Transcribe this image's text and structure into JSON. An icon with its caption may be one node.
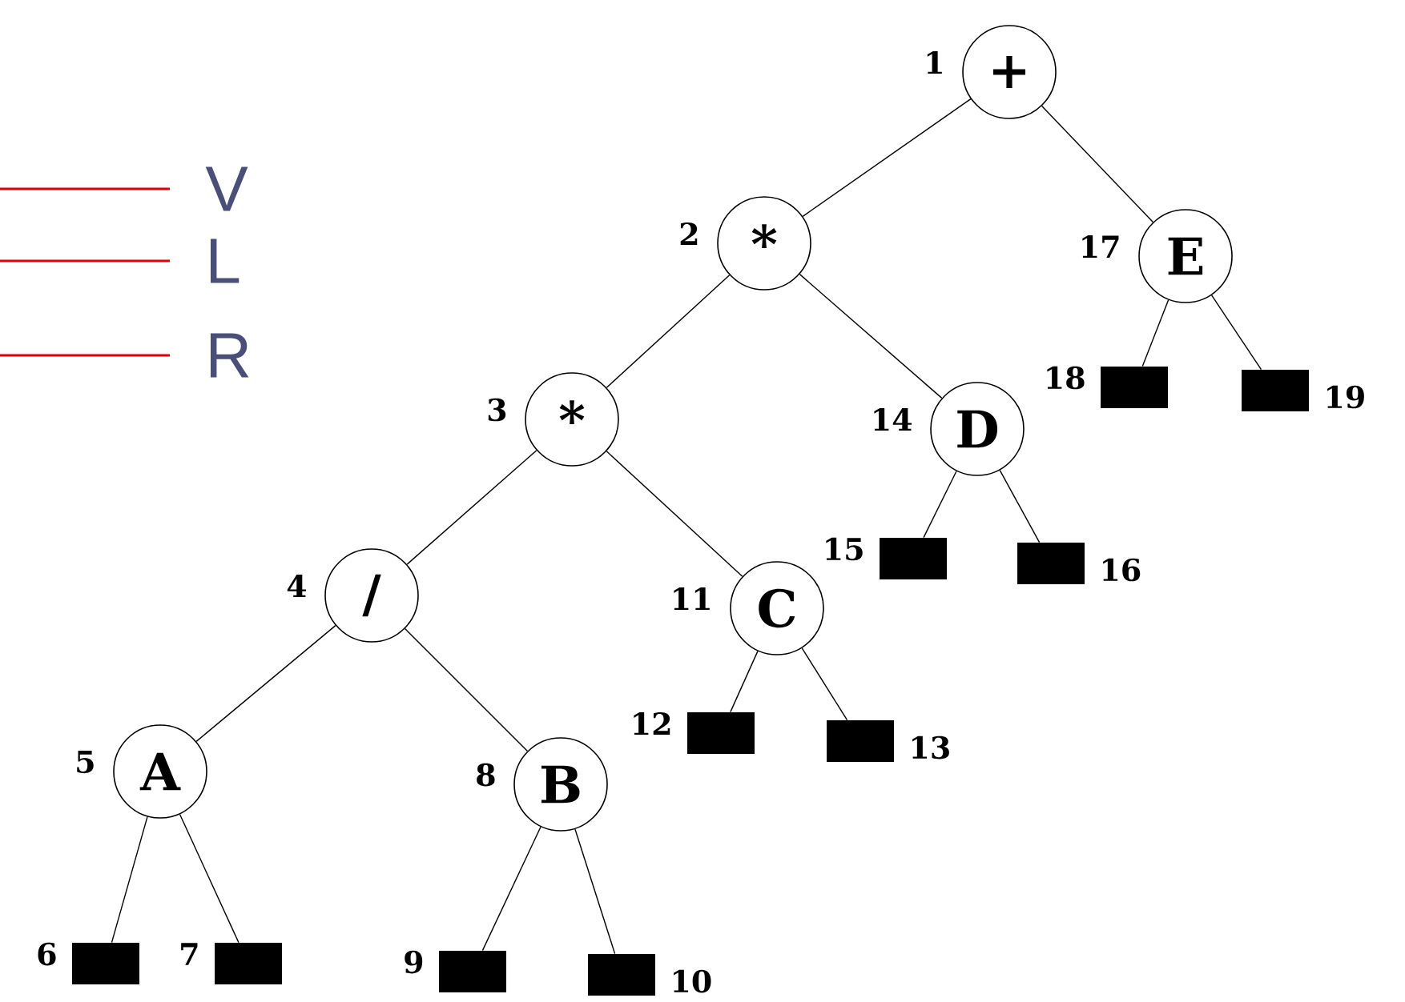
{
  "diagram": {
    "nodes": [
      {
        "text": [
          "+"
        ],
        "beside": [
          "1"
        ]
      },
      {
        "text": [
          "*"
        ],
        "beside": [
          "2"
        ]
      },
      {
        "text": [
          "*"
        ],
        "beside": [
          "3"
        ]
      },
      {
        "text": [
          "/"
        ],
        "beside": [
          "4"
        ]
      },
      {
        "text": [
          "A"
        ],
        "beside": [
          "5"
        ]
      },
      {
        "text": [],
        "shape": "box",
        "beside": [
          "6"
        ]
      },
      {
        "text": [],
        "shape": "box",
        "beside": [
          "7"
        ]
      },
      {
        "text": [
          "B"
        ],
        "beside": [
          "8"
        ]
      },
      {
        "text": [],
        "shape": "box",
        "beside": [
          "9"
        ]
      },
      {
        "text": [],
        "shape": "box",
        "beside": [
          "10"
        ]
      },
      {
        "text": [
          "C"
        ],
        "beside": [
          "11"
        ]
      },
      {
        "text": [],
        "shape": "box",
        "beside": [
          "12"
        ]
      },
      {
        "text": [],
        "shape": "box",
        "beside": [
          "13"
        ]
      },
      {
        "text": [
          "D"
        ],
        "beside": [
          "14"
        ]
      },
      {
        "text": [],
        "shape": "box",
        "beside": [
          "15"
        ]
      },
      {
        "text": [],
        "shape": "box",
        "beside": [
          "16"
        ]
      },
      {
        "text": [
          "E"
        ],
        "beside": [
          "17"
        ]
      },
      {
        "text": [],
        "shape": "box",
        "beside": [
          "18"
        ]
      },
      {
        "text": [],
        "shape": "box",
        "beside": [
          "19"
        ]
      },
      {
        "text": [
          "V"
        ]
      },
      {
        "text": [
          "L"
        ]
      },
      {
        "text": [
          "R"
        ]
      }
    ],
    "edges": [
      {
        "from": 0,
        "to": 1,
        "arrow": "none"
      },
      {
        "from": 0,
        "to": 16,
        "arrow": "none"
      },
      {
        "from": 1,
        "to": 2,
        "arrow": "none"
      },
      {
        "from": 1,
        "to": 13,
        "arrow": "none"
      },
      {
        "from": 2,
        "to": 3,
        "arrow": "none"
      },
      {
        "from": 2,
        "to": 10,
        "arrow": "none"
      },
      {
        "from": 3,
        "to": 4,
        "arrow": "none"
      },
      {
        "from": 3,
        "to": 7,
        "arrow": "none"
      },
      {
        "from": 4,
        "to": 5,
        "arrow": "none"
      },
      {
        "from": 4,
        "to": 6,
        "arrow": "none"
      },
      {
        "from": 7,
        "to": 8,
        "arrow": "none"
      },
      {
        "from": 7,
        "to": 9,
        "arrow": "none"
      },
      {
        "from": 10,
        "to": 11,
        "arrow": "none"
      },
      {
        "from": 10,
        "to": 12,
        "arrow": "none"
      },
      {
        "from": 13,
        "to": 14,
        "arrow": "none"
      },
      {
        "from": 13,
        "to": 15,
        "arrow": "none"
      },
      {
        "from": 16,
        "to": 17,
        "arrow": "none"
      },
      {
        "from": 16,
        "to": 18,
        "arrow": "none"
      },
      {
        "from": null,
        "to": 19,
        "arrow": "none",
        "color": "#e00000"
      },
      {
        "from": null,
        "to": 20,
        "arrow": "none",
        "color": "#e00000"
      },
      {
        "from": null,
        "to": 21,
        "arrow": "none",
        "color": "#e00000"
      }
    ]
  }
}
